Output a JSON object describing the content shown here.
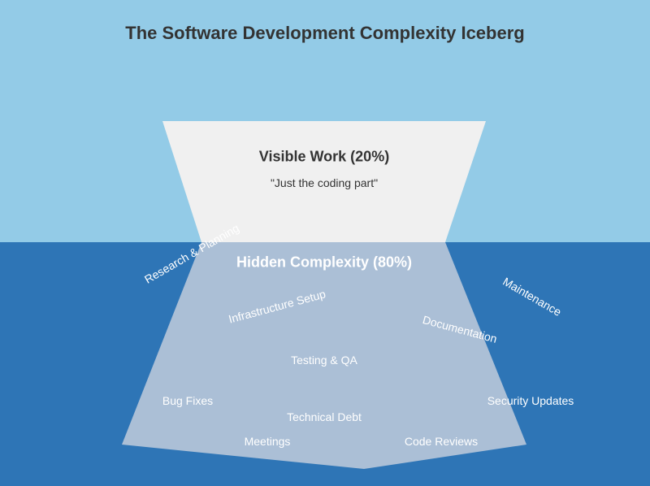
{
  "title": "The Software Development Complexity Iceberg",
  "visible": {
    "heading": "Visible Work (20%)",
    "subtitle": "\"Just the coding part\""
  },
  "hidden": {
    "heading": "Hidden Complexity (80%)",
    "items": [
      "Research & Planning",
      "Infrastructure Setup",
      "Maintenance",
      "Documentation",
      "Testing & QA",
      "Bug Fixes",
      "Technical Debt",
      "Security Updates",
      "Meetings",
      "Code Reviews"
    ]
  },
  "colors": {
    "sky": "#93cbe7",
    "water": "#2e75b6",
    "tip": "#f0f0f0",
    "base": "#abbfd6"
  }
}
